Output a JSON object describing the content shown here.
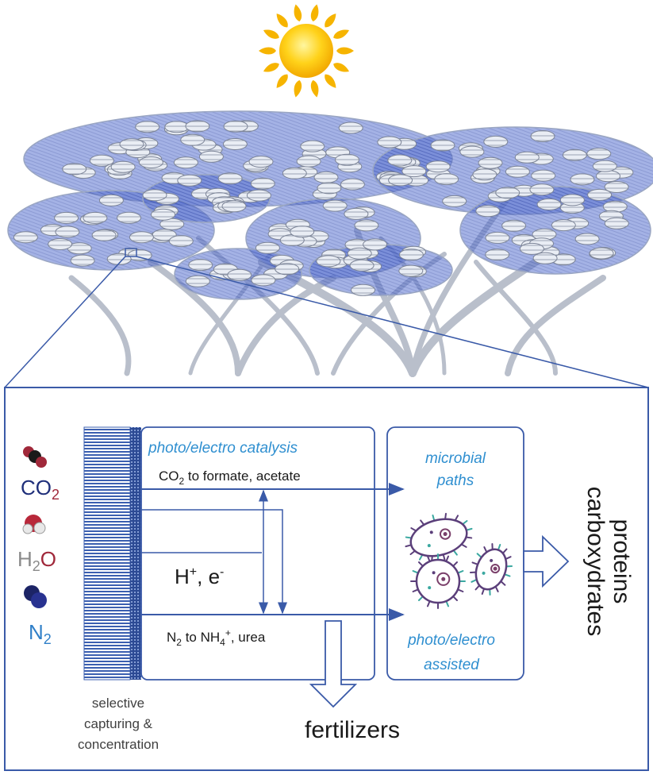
{
  "labels": {
    "co2": "CO",
    "co2_sub": "2",
    "h2o_h": "H",
    "h2o_sub": "2",
    "h2o_o": "O",
    "n2": "N",
    "n2_sub": "2",
    "capture_line1": "selective",
    "capture_line2": "capturing &",
    "capture_line3": "concentration",
    "catalysis_title": "photo/electro catalysis",
    "co2_reaction_a": "CO",
    "co2_reaction_sub": "2",
    "co2_reaction_b": " to formate, acetate",
    "h_plus_a": "H",
    "h_plus_sup": "+",
    "h_plus_b": ", e",
    "h_plus_sup2": "-",
    "n2_reaction_a": "N",
    "n2_reaction_sub": "2",
    "n2_reaction_b": " to NH",
    "n2_reaction_sub2": "4",
    "n2_reaction_sup": "+",
    "n2_reaction_c": ", urea",
    "microbial_line1": "microbial",
    "microbial_line2": "paths",
    "assisted_line1": "photo/electro",
    "assisted_line2": "assisted",
    "output_line1": "proteins",
    "output_line2": "carboxydrates",
    "fertilizers": "fertilizers"
  },
  "colors": {
    "frame": "#3a5aa8",
    "accent_text": "#2f8fd0",
    "co2_text": "#1f2f7a",
    "co2_o": "#a0283a",
    "h2o_gray": "#8a8a8a",
    "n2_blue": "#2f7fc8",
    "membrane": "#3b5fb0",
    "tree": "#c9ced8",
    "canopy_blue": "#3a58c0",
    "sun_core": "#ffd21a",
    "sun_ray": "#f6b400"
  },
  "icons": [
    "sun-icon",
    "co2-molecule-icon",
    "h2o-molecule-icon",
    "n2-molecule-icon",
    "microbe-icon"
  ]
}
